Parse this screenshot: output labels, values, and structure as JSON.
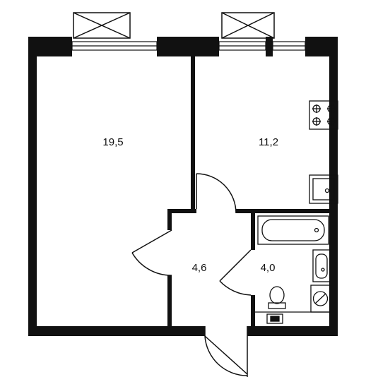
{
  "rooms": {
    "living": {
      "area": "19,5"
    },
    "kitchen": {
      "area": "11,2"
    },
    "hall": {
      "area": "4,6"
    },
    "bathroom": {
      "area": "4,0"
    }
  },
  "colors": {
    "wall": "#111111",
    "line": "#111111",
    "background": "#ffffff"
  }
}
